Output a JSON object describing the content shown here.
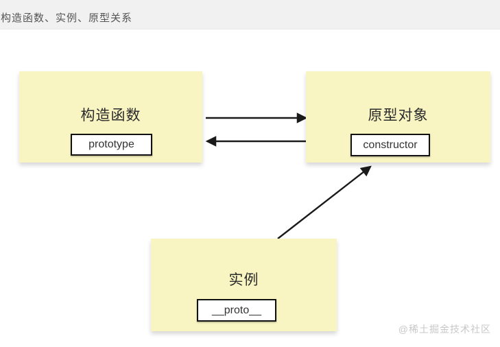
{
  "header": {
    "title": "构造函数、实例、原型关系"
  },
  "diagram": {
    "boxes": [
      {
        "id": "constructor-function",
        "title": "构造函数",
        "label": "prototype"
      },
      {
        "id": "prototype-object",
        "title": "原型对象",
        "label": "constructor"
      },
      {
        "id": "instance",
        "title": "实例",
        "label": "__proto__"
      }
    ],
    "arrows": [
      {
        "from": "constructor-function",
        "to": "prototype-object",
        "direction": "right"
      },
      {
        "from": "prototype-object",
        "to": "constructor-function",
        "direction": "left"
      },
      {
        "from": "instance",
        "to": "prototype-object",
        "direction": "up-right"
      }
    ]
  },
  "watermark": {
    "text": "@稀土掘金技术社区"
  },
  "colors": {
    "note_fill": "#f9f5c3",
    "header_bg": "#f1f1f1",
    "header_text": "#555555",
    "arrow": "#1a1a1a",
    "label_border": "#111111",
    "watermark_text": "#c8c8c8"
  }
}
